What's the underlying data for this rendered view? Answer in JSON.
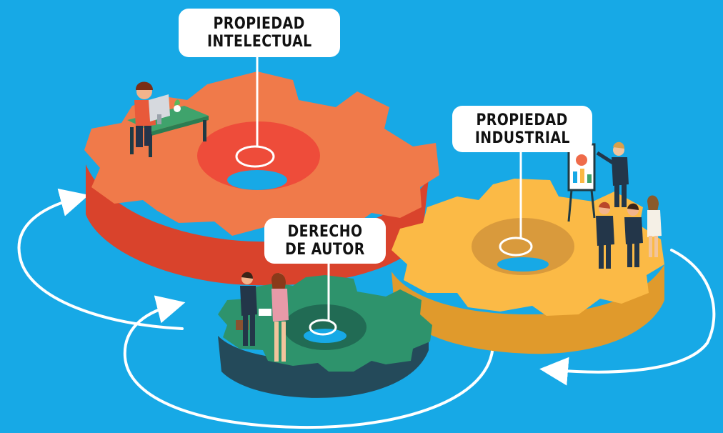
{
  "labels": {
    "intellectual": {
      "line1": "PROPIEDAD",
      "line2": "INTELECTUAL"
    },
    "industrial": {
      "line1": "PROPIEDAD",
      "line2": "INDUSTRIAL"
    },
    "copyright": {
      "line1": "DERECHO",
      "line2": "DE AUTOR"
    }
  },
  "colors": {
    "background": "#17a9e6",
    "gear_intellectual": "#f0593c",
    "gear_industrial": "#fbb844",
    "gear_copyright": "#2f8f6a",
    "arrows": "#ffffff"
  }
}
